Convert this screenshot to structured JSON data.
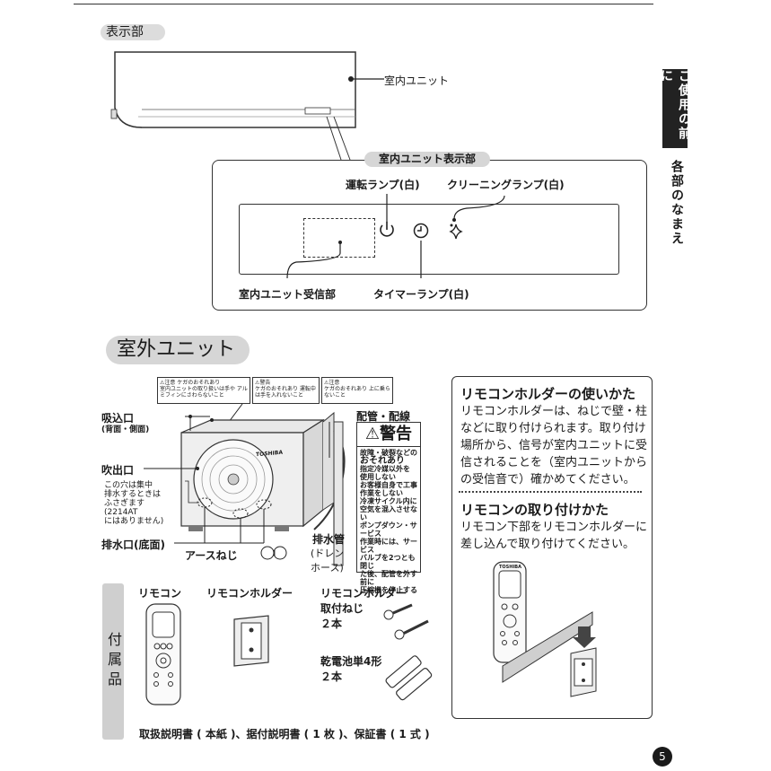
{
  "header": {
    "section_display": "表示部",
    "section_outdoor": "室外ユニット",
    "side_tab": "ご使用の前に",
    "side_title": "各部のなまえ"
  },
  "indoor": {
    "unit_label": "室内ユニット",
    "display_title": "室内ユニット表示部",
    "run_lamp": "運転ランプ(白)",
    "cleaning_lamp": "クリーニングランプ(白)",
    "receiver": "室内ユニット受信部",
    "timer_lamp": "タイマーランプ(白)"
  },
  "outdoor": {
    "brand": "TOSHIBA",
    "intake": "吸込口",
    "intake_note": "(背面・側面)",
    "outlet": "吹出口",
    "hole_note": [
      "この穴は集中",
      "排水するときは",
      "ふさぎます",
      "(2214AT",
      "にはありません)"
    ],
    "drain_port": "排水口(底面)",
    "earth_screw": "アースねじ",
    "piping": "配管・配線",
    "drain_pipe": "排水管",
    "drain_pipe_note": [
      "(ドレン",
      "ホース)"
    ],
    "caution_cards": [
      {
        "head": "⚠注意 ケガのおそれあり",
        "body": "室内ユニットの取り扱いは手や アルミフィンにさわらないこと"
      },
      {
        "head": "⚠警告",
        "body": "ケガのおそれあり 運転中は手を入れないこと"
      },
      {
        "head": "⚠注意",
        "body": "ケガのおそれあり 上に乗らないこと"
      }
    ],
    "warning_label": {
      "head": "⚠警告",
      "lines": [
        "故障・破裂などの",
        "おそれあり",
        "指定冷媒以外を",
        "使用しない",
        "お客様自身で工事",
        "作業をしない",
        "冷凍サイクル内に",
        "空気を混入させない",
        "ポンプダウン・サービス",
        "作業時には、サービス",
        "バルブを2つとも閉じ",
        "た後、配管を外す前に",
        "圧縮機を停止する"
      ]
    }
  },
  "holder_box": {
    "title1": "リモコンホルダーの使いかた",
    "body1": "リモコンホルダーは、ねじで壁・柱などに取り付けられます。取り付け場所から、信号が室内ユニットに受信されることを（室内ユニットからの受信音で）確かめてください。",
    "title2": "リモコンの取り付けかた",
    "body2": "リモコン下部をリモコンホルダーに差し込んで取り付けてください。",
    "remote_brand": "TOSHIBA"
  },
  "accessories": {
    "tab": "付属品",
    "remote": "リモコン",
    "holder": "リモコンホルダー",
    "screw_title": "リモコンホルダー",
    "screw_title2": "取付ねじ",
    "screw_qty": "２本",
    "battery_title": "乾電池単4形",
    "battery_qty": "２本",
    "documents": "取扱説明書 ( 本紙 )、据付説明書 ( 1 枚 )、保証書 ( 1 式 )"
  },
  "page_number": "5"
}
